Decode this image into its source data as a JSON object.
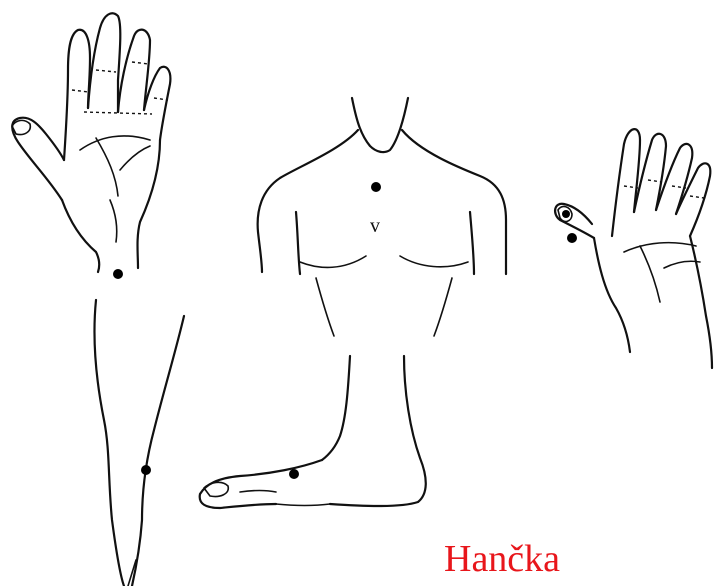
{
  "caption": "Hančka",
  "colors": {
    "caption": "#e8161b",
    "line": "#111111",
    "point": "#000000"
  },
  "figure": {
    "parts": [
      "right-palm",
      "forearm",
      "torso",
      "foot",
      "left-palm"
    ],
    "marks": {
      "torso_symbol": "v"
    },
    "point_count": 6
  }
}
